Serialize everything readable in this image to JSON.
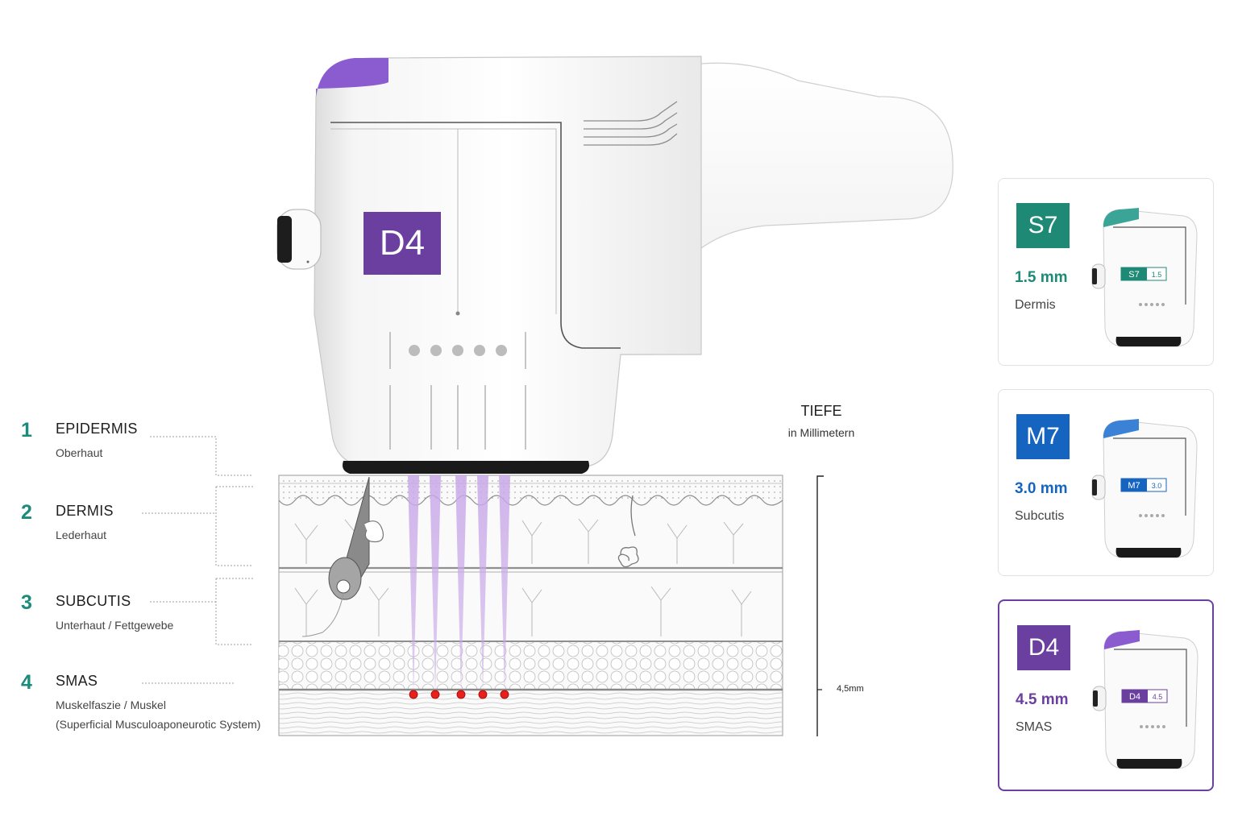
{
  "device": {
    "badge": "D4",
    "color_accent": "#6b3fa0"
  },
  "layers": [
    {
      "number": "1",
      "name": "EPIDERMIS",
      "description": "Oberhaut"
    },
    {
      "number": "2",
      "name": "DERMIS",
      "description": "Lederhaut"
    },
    {
      "number": "3",
      "name": "SUBCUTIS",
      "description": "Unterhaut / Fettgewebe"
    },
    {
      "number": "4",
      "name": "SMAS",
      "description": "Muskelfaszie / Muskel",
      "description_2": "(Superficial Musculoaponeurotic System)"
    }
  ],
  "depth": {
    "title": "TIEFE",
    "unit_caption": "in Millimetern",
    "value": "4,5mm"
  },
  "cartridges": [
    {
      "badge": "S7",
      "depth": "1.5 mm",
      "layer": "Dermis",
      "label_code": "S7",
      "label_depth": "1.5",
      "color": "#1e8a76",
      "selected": false
    },
    {
      "badge": "M7",
      "depth": "3.0 mm",
      "layer": "Subcutis",
      "label_code": "M7",
      "label_depth": "3.0",
      "color": "#1565c0",
      "selected": false
    },
    {
      "badge": "D4",
      "depth": "4.5 mm",
      "layer": "SMAS",
      "label_code": "D4",
      "label_depth": "4.5",
      "color": "#6b3fa0",
      "selected": true
    }
  ],
  "colors": {
    "layer_number": "#1a8c79",
    "beam": "#c8a8e8",
    "focal_point": "#e8201c"
  }
}
